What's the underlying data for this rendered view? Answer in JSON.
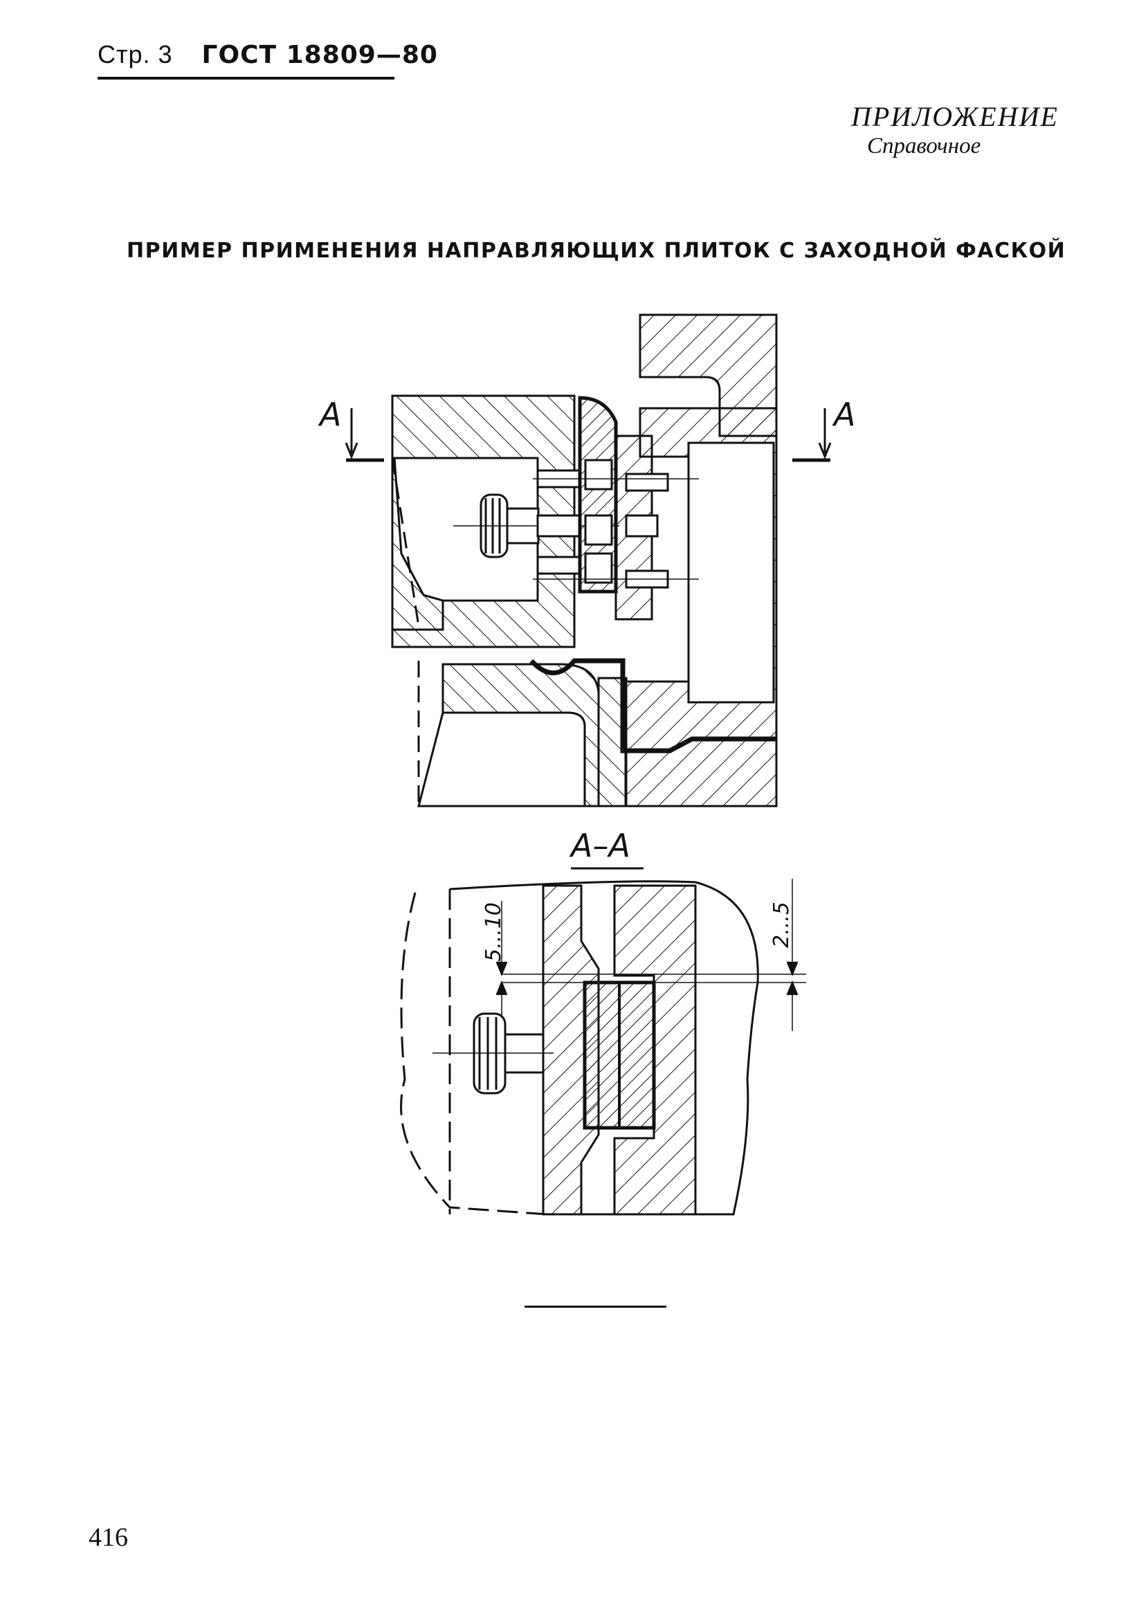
{
  "header": {
    "page": "Стр. 3",
    "standard": "ГОСТ 18809—80"
  },
  "appendix": {
    "label": "ПРИЛОЖЕНИЕ",
    "type": "Справочное"
  },
  "title": "ПРИМЕР ПРИМЕНЕНИЯ НАПРАВЛЯЮЩИХ ПЛИТОК С ЗАХОДНОЙ ФАСКОЙ",
  "drawing": {
    "section_mark_left": "A",
    "section_mark_right": "A",
    "section_title": "A–A",
    "dim_left": "5...10",
    "dim_right": "2...5"
  },
  "footer": {
    "page_number": "416"
  }
}
